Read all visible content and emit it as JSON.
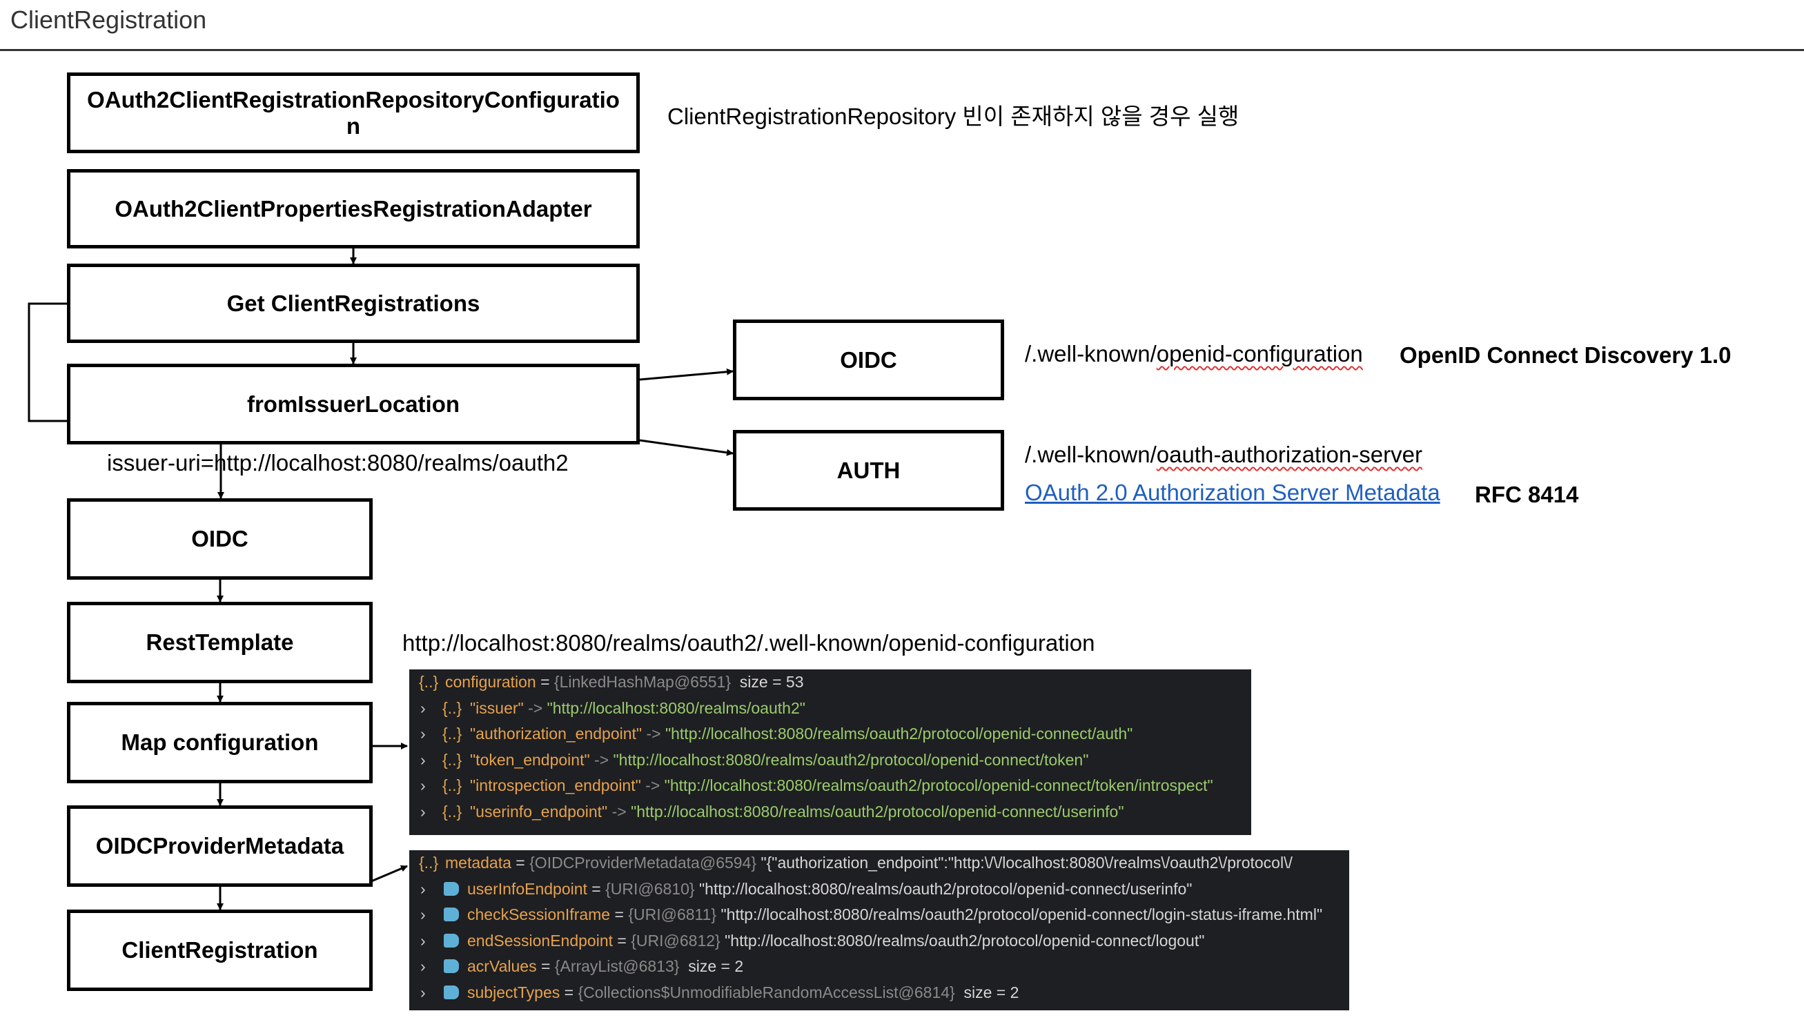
{
  "header": {
    "title": "ClientRegistration"
  },
  "diagram": {
    "boxes": {
      "repo_config": "OAuth2ClientRegistrationRepositoryConfiguration",
      "adapter": "OAuth2ClientPropertiesRegistrationAdapter",
      "get_regs": "Get ClientRegistrations",
      "from_issuer": "fromIssuerLocation",
      "oidc_right": "OIDC",
      "auth_right": "AUTH",
      "oidc": "OIDC",
      "rest_template": "RestTemplate",
      "map_config": "Map configuration",
      "provider_metadata": "OIDCProviderMetadata",
      "client_registration": "ClientRegistration"
    },
    "notes": {
      "repo_note": "ClientRegistrationRepository 빈이 존재하지 않을 경우 실행",
      "issuer_uri": "issuer-uri=http://localhost:8080/realms/oauth2",
      "oidc_path_prefix": "/.well-known/",
      "oidc_path_rest": "openid-configuration",
      "oidc_spec": "OpenID Connect Discovery 1.0",
      "auth_path_prefix": "/.well-known/",
      "auth_path_rest": "oauth-authorization-server",
      "auth_spec_link": "OAuth 2.0 Authorization Server Metadata",
      "auth_rfc": "RFC 8414",
      "rest_url": "http://localhost:8080/realms/oauth2/.well-known/openid-configuration"
    }
  },
  "debug_config": {
    "root": {
      "name": "configuration",
      "eq": " = ",
      "type": "{LinkedHashMap@6551}",
      "size": "size = 53"
    },
    "rows": [
      {
        "key": "\"issuer\"",
        "arrow": " -> ",
        "value": "\"http://localhost:8080/realms/oauth2\""
      },
      {
        "key": "\"authorization_endpoint\"",
        "arrow": " -> ",
        "value": "\"http://localhost:8080/realms/oauth2/protocol/openid-connect/auth\""
      },
      {
        "key": "\"token_endpoint\"",
        "arrow": " -> ",
        "value": "\"http://localhost:8080/realms/oauth2/protocol/openid-connect/token\""
      },
      {
        "key": "\"introspection_endpoint\"",
        "arrow": " -> ",
        "value": "\"http://localhost:8080/realms/oauth2/protocol/openid-connect/token/introspect\""
      },
      {
        "key": "\"userinfo_endpoint\"",
        "arrow": " -> ",
        "value": "\"http://localhost:8080/realms/oauth2/protocol/openid-connect/userinfo\""
      }
    ]
  },
  "debug_metadata": {
    "root": {
      "name": "metadata",
      "eq": " = ",
      "type": "{OIDCProviderMetadata@6594}",
      "value": "\"{\"authorization_endpoint\":\"http:\\/\\/localhost:8080\\/realms\\/oauth2\\/protocol\\/"
    },
    "rows": [
      {
        "name": "userInfoEndpoint",
        "eq": " = ",
        "type": "{URI@6810}",
        "value": "\"http://localhost:8080/realms/oauth2/protocol/openid-connect/userinfo\""
      },
      {
        "name": "checkSessionIframe",
        "eq": " = ",
        "type": "{URI@6811}",
        "value": "\"http://localhost:8080/realms/oauth2/protocol/openid-connect/login-status-iframe.html\""
      },
      {
        "name": "endSessionEndpoint",
        "eq": " = ",
        "type": "{URI@6812}",
        "value": "\"http://localhost:8080/realms/oauth2/protocol/openid-connect/logout\""
      },
      {
        "name": "acrValues",
        "eq": " = ",
        "type": "{ArrayList@6813}",
        "value": "size = 2"
      },
      {
        "name": "subjectTypes",
        "eq": " = ",
        "type": "{Collections$UnmodifiableRandomAccessList@6814}",
        "value": "size = 2"
      }
    ]
  },
  "icons": {
    "expand": "chevron-right-icon",
    "object": "braces-icon",
    "field": "tag-icon"
  },
  "colors": {
    "debug_bg": "#1e1f22",
    "key": "#e6a24e",
    "string": "#9acb6d",
    "type": "#8a8a8a",
    "field_tag": "#5fb0d6",
    "link": "#1f5fbf"
  }
}
